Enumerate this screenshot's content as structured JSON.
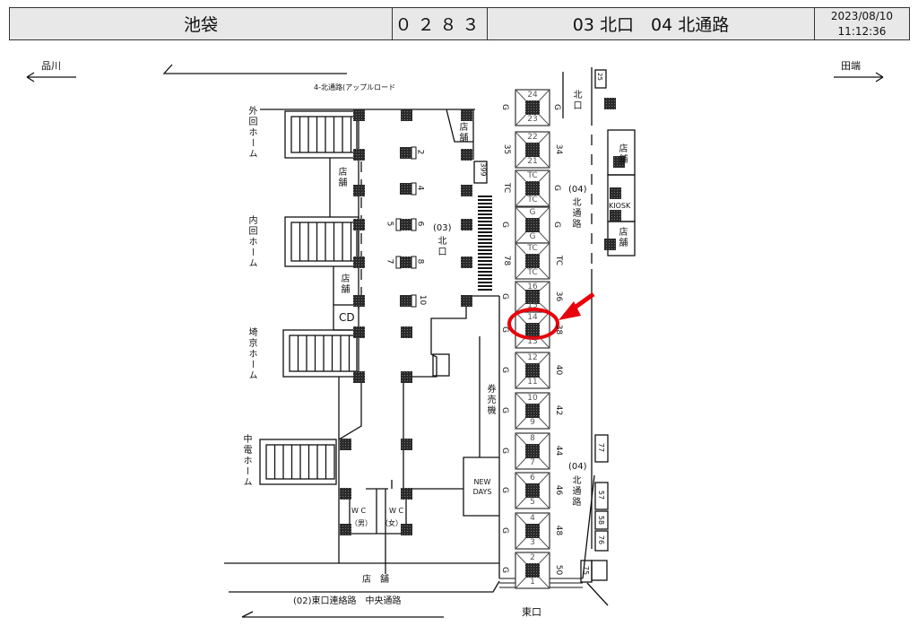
{
  "header": {
    "station": "池袋",
    "code": "０２８３",
    "area": "03 北口　04 北通路",
    "date": "2023/08/10",
    "time": "11:12:36"
  },
  "directions": {
    "left": "品川",
    "right": "田端"
  },
  "labels": {
    "apple_road": "4-北通路(アップルロード",
    "soto_home": "外回ホーム",
    "uchi_home": "内回ホーム",
    "saikyo_home": "埼京ホーム",
    "chuden_home": "中電ホーム",
    "shop": "店舗",
    "shop_bottom": "店　舗",
    "cd": "CD",
    "north_exit_03_code": "(03)",
    "north_exit_03": "北口",
    "north_exit_top": "北口",
    "north_passage_code": "(04)",
    "north_passage": "北通路",
    "kiosk": "KIOSK",
    "ticket_machine": "券売機",
    "newdays": "NEW DAYS",
    "wc_men": "W C",
    "wc_men_sub": "（男）",
    "wc_women": "W C",
    "wc_women_sub": "（女）",
    "east_passage": "(02)東口連絡路　中央通路",
    "east_exit": "東口",
    "locker_399": "399",
    "box_25": "25",
    "box_77": "77",
    "box_57": "57",
    "box_58": "58",
    "box_76": "76",
    "box_75": "75"
  },
  "lockers": [
    "2",
    "4",
    "5",
    "6",
    "7",
    "8",
    "10"
  ],
  "gates": [
    {
      "top": "24",
      "bottom": "23",
      "left": "G",
      "right": "G"
    },
    {
      "top": "22",
      "bottom": "21",
      "left": "35",
      "right": "34"
    },
    {
      "top": "TC",
      "bottom": "TC",
      "left": "TC",
      "right": "G"
    },
    {
      "top": "G",
      "bottom": "G",
      "left": "G",
      "right": "G"
    },
    {
      "top": "TC",
      "bottom": "TC",
      "left": "78",
      "right": "TC"
    },
    {
      "top": "16",
      "bottom": "15",
      "left": "G",
      "right": "36"
    },
    {
      "top": "14",
      "bottom": "13",
      "left": "G",
      "right": "38",
      "highlighted": true
    },
    {
      "top": "12",
      "bottom": "11",
      "left": "G",
      "right": "40"
    },
    {
      "top": "10",
      "bottom": "9",
      "left": "G",
      "right": "42"
    },
    {
      "top": "8",
      "bottom": "7",
      "left": "G",
      "right": "44"
    },
    {
      "top": "6",
      "bottom": "5",
      "left": "G",
      "right": "46"
    },
    {
      "top": "4",
      "bottom": "3",
      "left": "G",
      "right": "48"
    },
    {
      "top": "2",
      "bottom": "1",
      "left": "G",
      "right": "50"
    }
  ],
  "colors": {
    "highlight": "#e8000b",
    "header_bg": "#e8e8e8",
    "pillar": "#2a2a2a"
  }
}
